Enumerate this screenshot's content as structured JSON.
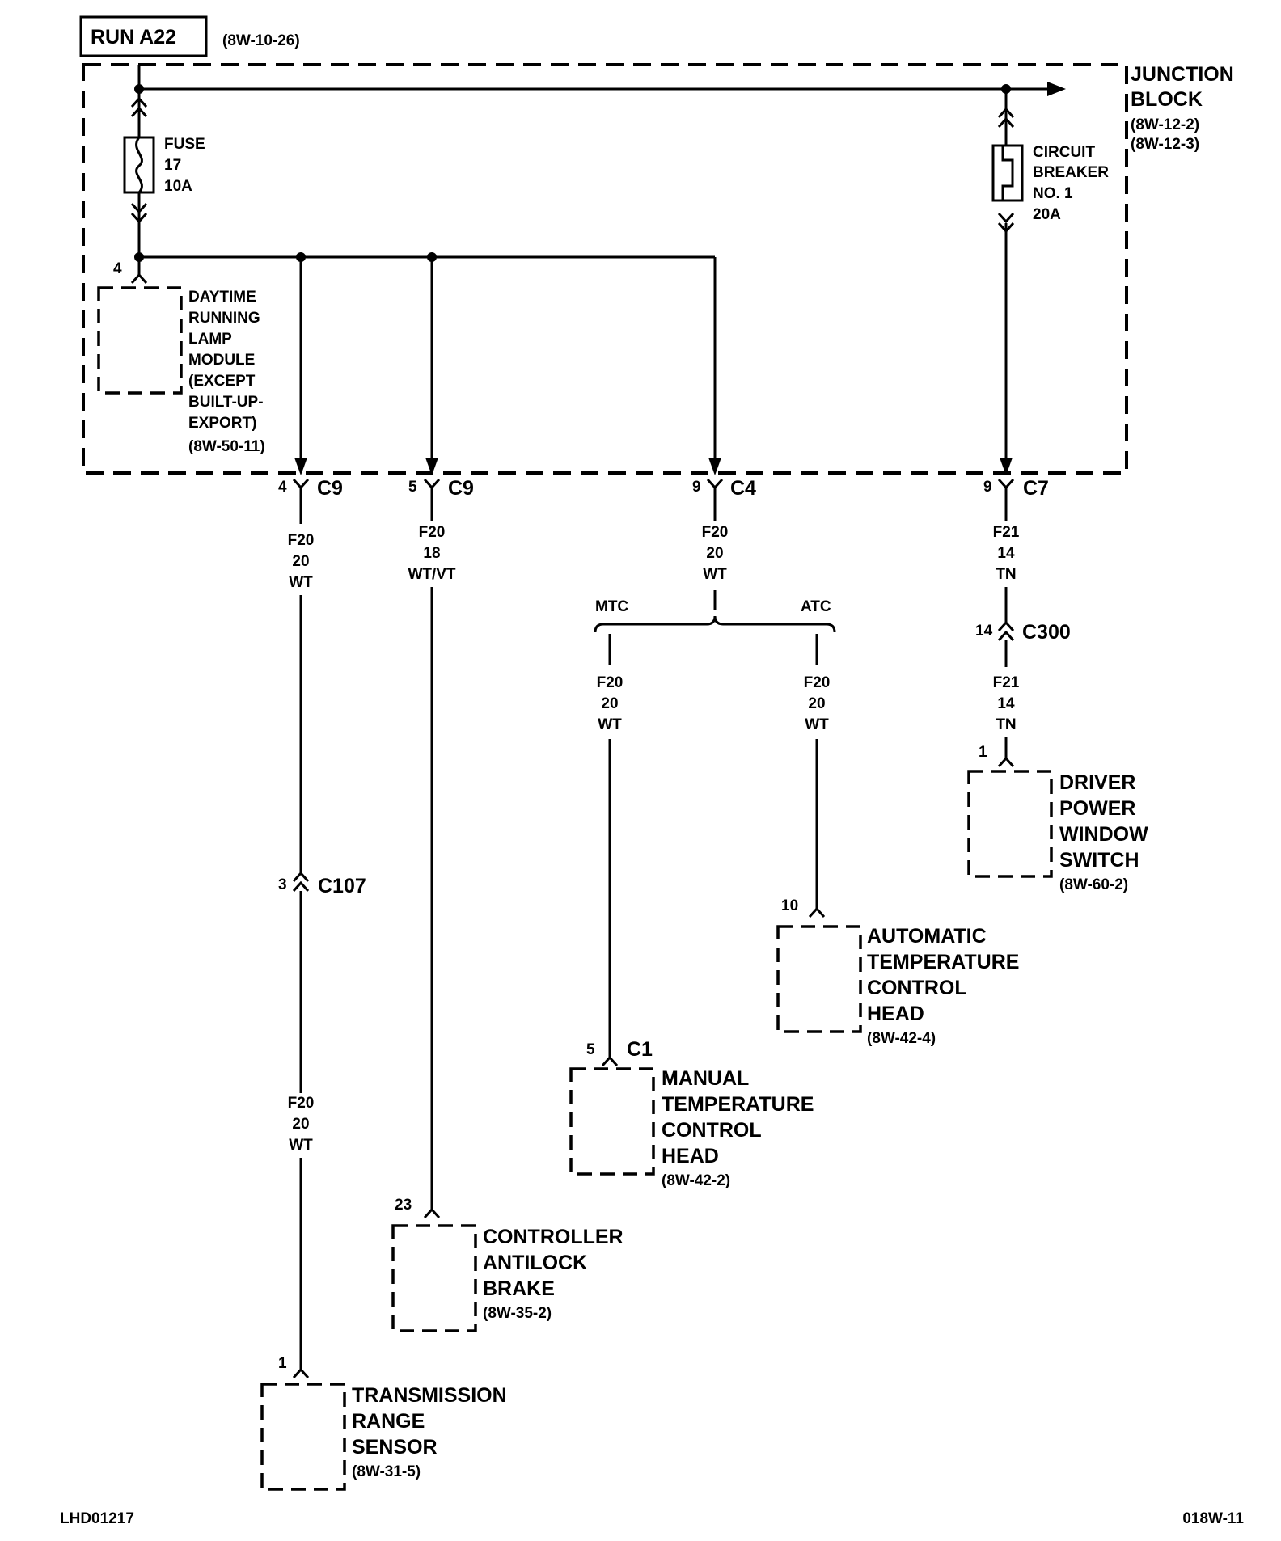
{
  "header": {
    "run_label": "RUN A22",
    "run_ref": "(8W-10-26)"
  },
  "junction_block": {
    "name": [
      "JUNCTION",
      "BLOCK"
    ],
    "refs": [
      "(8W-12-2)",
      "(8W-12-3)"
    ]
  },
  "fuse": {
    "lines": [
      "FUSE",
      "17",
      "10A"
    ]
  },
  "circuit_breaker": {
    "lines": [
      "CIRCUIT",
      "BREAKER",
      "NO. 1",
      "20A"
    ]
  },
  "drl_module": {
    "pin": "4",
    "lines": [
      "DAYTIME",
      "RUNNING",
      "LAMP",
      "MODULE",
      "(EXCEPT",
      "BUILT-UP-",
      "EXPORT)"
    ],
    "ref": "(8W-50-11)"
  },
  "connectors": {
    "c9a": {
      "pin": "4",
      "name": "C9"
    },
    "c9b": {
      "pin": "5",
      "name": "C9"
    },
    "c4": {
      "pin": "9",
      "name": "C4"
    },
    "c7": {
      "pin": "9",
      "name": "C7"
    },
    "c300": {
      "pin": "14",
      "name": "C300"
    },
    "c107": {
      "pin": "3",
      "name": "C107"
    },
    "c1": {
      "pin": "5",
      "name": "C1"
    }
  },
  "wires": {
    "w1": [
      "F20",
      "20",
      "WT"
    ],
    "w1b": [
      "F20",
      "20",
      "WT"
    ],
    "w2": [
      "F20",
      "18",
      "WT/VT"
    ],
    "w3": [
      "F20",
      "20",
      "WT"
    ],
    "w3_mtc": [
      "F20",
      "20",
      "WT"
    ],
    "w3_atc": [
      "F20",
      "20",
      "WT"
    ],
    "w4": [
      "F21",
      "14",
      "TN"
    ],
    "w4b": [
      "F21",
      "14",
      "TN"
    ]
  },
  "split": {
    "left": "MTC",
    "right": "ATC"
  },
  "components": {
    "driver_window": {
      "pin": "1",
      "lines": [
        "DRIVER",
        "POWER",
        "WINDOW",
        "SWITCH"
      ],
      "ref": "(8W-60-2)"
    },
    "atc_head": {
      "pin": "10",
      "lines": [
        "AUTOMATIC",
        "TEMPERATURE",
        "CONTROL",
        "HEAD"
      ],
      "ref": "(8W-42-4)"
    },
    "mtc_head": {
      "lines": [
        "MANUAL",
        "TEMPERATURE",
        "CONTROL",
        "HEAD"
      ],
      "ref": "(8W-42-2)"
    },
    "abs": {
      "pin": "23",
      "lines": [
        "CONTROLLER",
        "ANTILOCK",
        "BRAKE"
      ],
      "ref": "(8W-35-2)"
    },
    "trs": {
      "pin": "1",
      "lines": [
        "TRANSMISSION",
        "RANGE",
        "SENSOR"
      ],
      "ref": "(8W-31-5)"
    }
  },
  "footer": {
    "left": "LHD01217",
    "right": "018W-11"
  }
}
